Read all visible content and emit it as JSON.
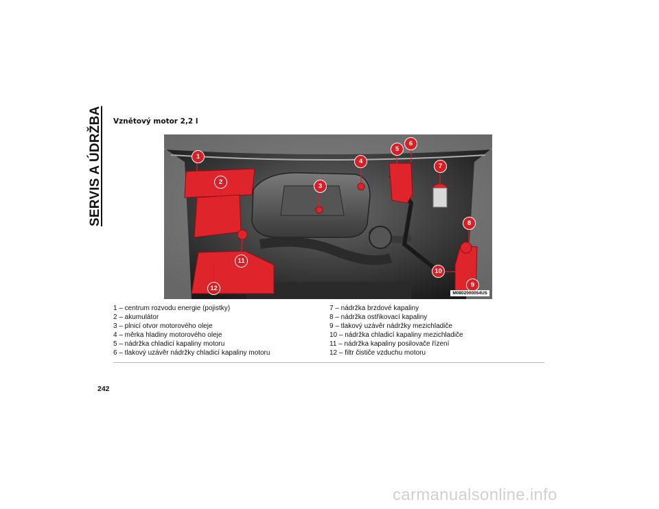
{
  "side_title": "SERVIS A ÚDRŽBA",
  "section_title": "Vznětový motor 2,2 l",
  "figure": {
    "code": "M0802000054US",
    "callouts": [
      "1",
      "2",
      "3",
      "4",
      "5",
      "6",
      "7",
      "8",
      "9",
      "10",
      "11",
      "12"
    ],
    "highlight_color": "#e0242b"
  },
  "legend": {
    "left": [
      "1 – centrum rozvodu energie (pojistky)",
      "2 – akumulátor",
      "3 – plnicí otvor motorového oleje",
      "4 – měrka hladiny motorového oleje",
      "5 – nádržka chladicí kapaliny motoru",
      "6 – tlakový uzávěr nádržky chladicí kapaliny motoru"
    ],
    "right": [
      "7 – nádržka brzdové kapaliny",
      "8 – nádržka ostřikovací kapaliny",
      "9 – tlakový uzávěr nádržky mezichladiče",
      "10 – nádržka chladicí kapaliny mezichladiče",
      "11 – nádržka kapaliny posilovače řízení",
      "12 – filtr čističe vzduchu motoru"
    ]
  },
  "page_number": "242",
  "watermark": "carmanualsonline.info"
}
